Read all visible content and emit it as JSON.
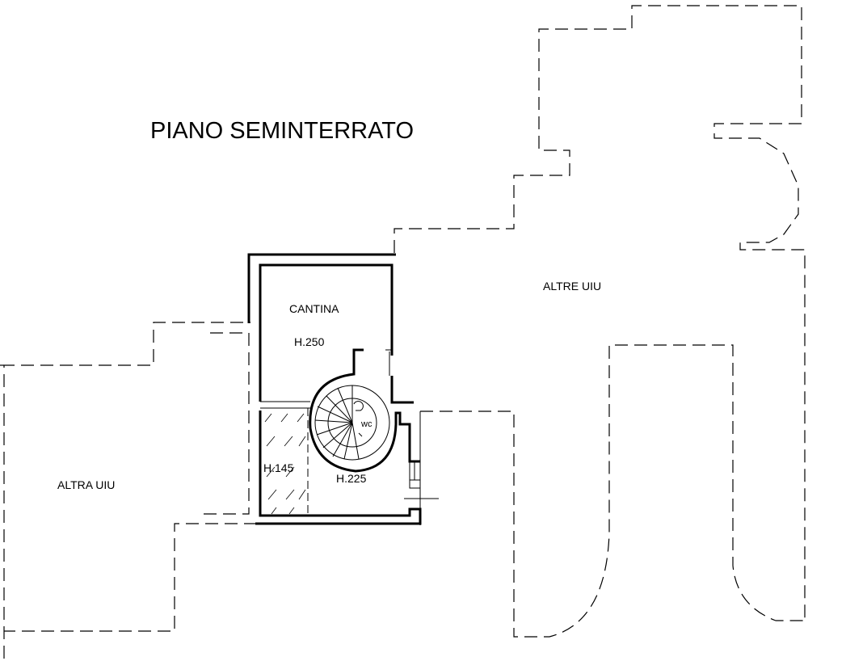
{
  "drawing": {
    "title": "PIANO SEMINTERRATO",
    "areas": [
      {
        "name": "other-units-right",
        "label": "ALTRE UIU"
      },
      {
        "name": "other-unit-left",
        "label": "ALTRA UIU"
      }
    ],
    "rooms": [
      {
        "name": "cantina",
        "label": "CANTINA",
        "height": "H.250"
      },
      {
        "name": "low-storage",
        "label": "",
        "height": "H.145"
      },
      {
        "name": "main-room",
        "label": "",
        "height": "H.225"
      },
      {
        "name": "wc",
        "label": "WC"
      }
    ]
  },
  "colors": {
    "line": "#000000",
    "background": "#ffffff"
  }
}
